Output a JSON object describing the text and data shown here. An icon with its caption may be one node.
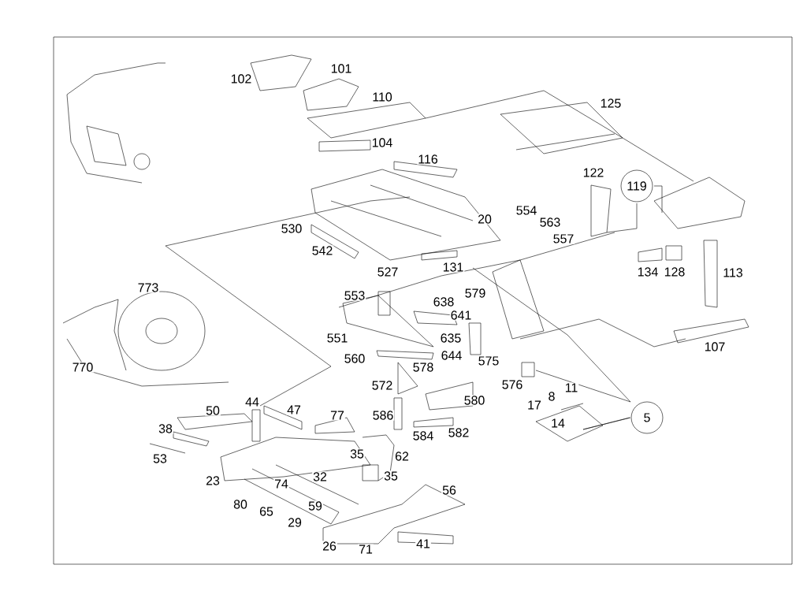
{
  "diagram": {
    "nodes": [
      {
        "text": [
          "119"
        ]
      },
      {
        "text": [
          "5"
        ]
      }
    ],
    "edges": [],
    "labels": [
      "102",
      "101",
      "110",
      "125",
      "104",
      "116",
      "122",
      "554",
      "563",
      "557",
      "530",
      "20",
      "542",
      "527",
      "131",
      "134",
      "128",
      "113",
      "773",
      "553",
      "638",
      "579",
      "641",
      "551",
      "635",
      "560",
      "644",
      "575",
      "107",
      "770",
      "578",
      "572",
      "576",
      "11",
      "8",
      "580",
      "17",
      "50",
      "44",
      "47",
      "77",
      "586",
      "14",
      "38",
      "584",
      "582",
      "53",
      "35",
      "62",
      "23",
      "74",
      "32",
      "35",
      "56",
      "80",
      "59",
      "65",
      "29",
      "26",
      "71",
      "41"
    ]
  }
}
